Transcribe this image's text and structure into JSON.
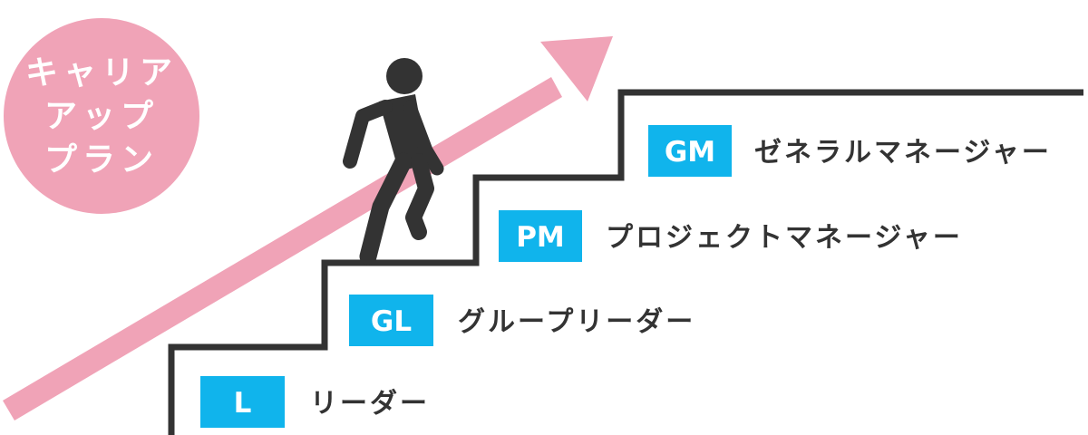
{
  "colors": {
    "pink": "#f0a3b7",
    "badge_blue": "#10b4ec",
    "stair_line": "#333333",
    "figure": "#333333",
    "text_dark": "#333333",
    "text_white": "#ffffff"
  },
  "circle": {
    "lines": [
      "キャリア",
      "アップ",
      "プラン"
    ]
  },
  "levels": [
    {
      "code": "L",
      "title": "リーダー"
    },
    {
      "code": "GL",
      "title": "グループリーダー"
    },
    {
      "code": "PM",
      "title": "プロジェクトマネージャー"
    },
    {
      "code": "GM",
      "title": "ゼネラルマネージャー"
    }
  ],
  "icons": {
    "figure": "walking-person-icon",
    "arrow": "growth-arrow-icon"
  }
}
